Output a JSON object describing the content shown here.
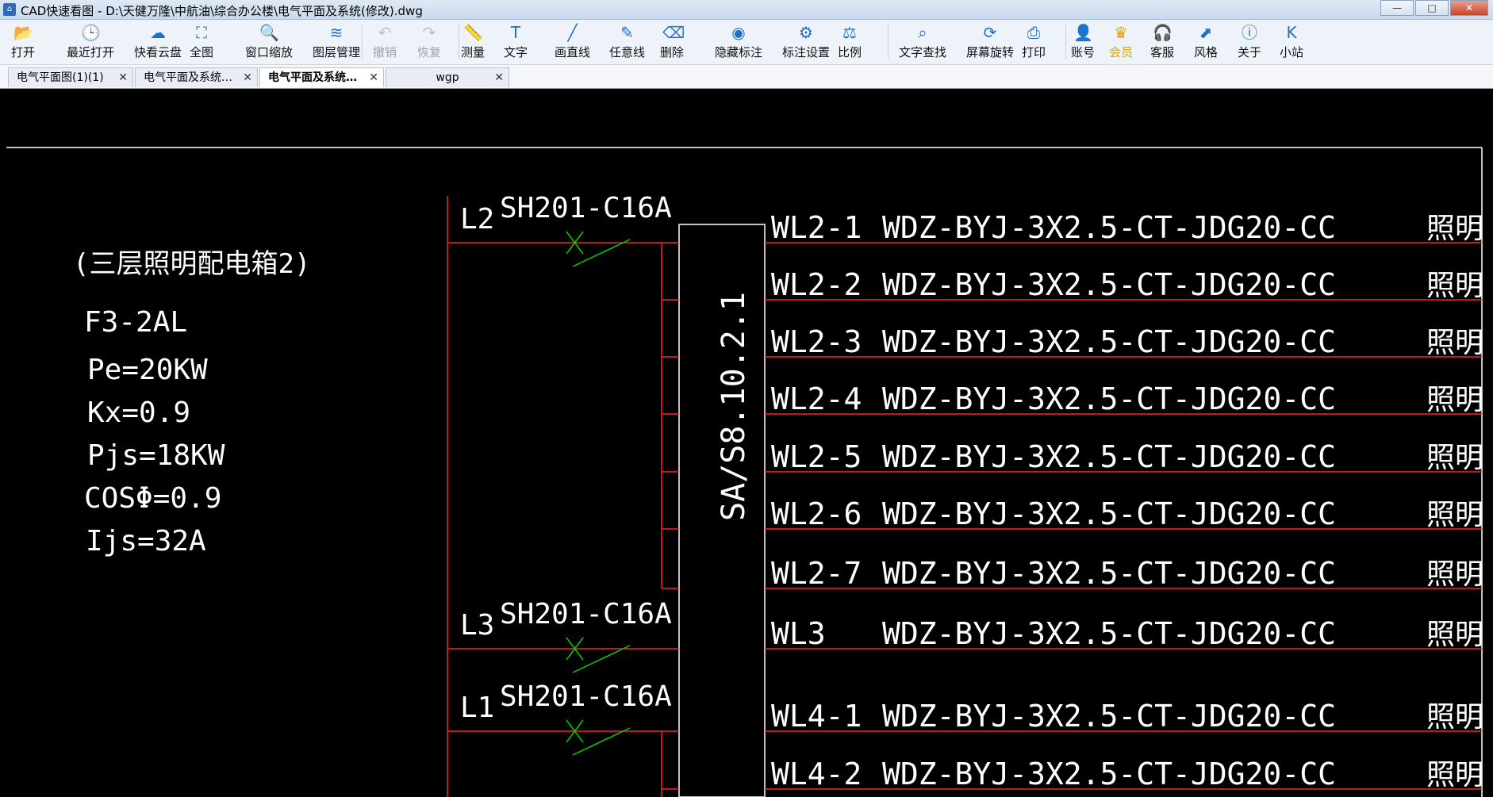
{
  "window": {
    "app_icon": "cad-icon",
    "title": "CAD快速看图 - D:\\天健万隆\\中航油\\综合办公楼\\电气平面及系统(修改).dwg",
    "minimize": "—",
    "maximize": "□",
    "close": "✕"
  },
  "toolbar": [
    {
      "label": "打开",
      "icon": "folder-open-icon"
    },
    {
      "label": "最近打开",
      "icon": "clock-icon"
    },
    {
      "label": "快看云盘",
      "icon": "cloud-icon"
    },
    {
      "label": "全图",
      "icon": "fit-all-icon"
    },
    {
      "label": "窗口缩放",
      "icon": "zoom-window-icon"
    },
    {
      "label": "图层管理",
      "icon": "layers-icon"
    },
    {
      "label": "撤销",
      "icon": "undo-icon"
    },
    {
      "label": "恢复",
      "icon": "redo-icon"
    },
    {
      "label": "测量",
      "icon": "measure-icon"
    },
    {
      "label": "文字",
      "icon": "text-icon"
    },
    {
      "label": "画直线",
      "icon": "line-icon"
    },
    {
      "label": "任意线",
      "icon": "pen-icon"
    },
    {
      "label": "删除",
      "icon": "eraser-icon"
    },
    {
      "label": "隐藏标注",
      "icon": "eye-hide-icon"
    },
    {
      "label": "标注设置",
      "icon": "annotation-settings-icon"
    },
    {
      "label": "比例",
      "icon": "scale-icon"
    },
    {
      "label": "文字查找",
      "icon": "text-search-icon"
    },
    {
      "label": "屏幕旋转",
      "icon": "rotate-screen-icon"
    },
    {
      "label": "打印",
      "icon": "printer-icon"
    },
    {
      "label": "账号",
      "icon": "user-icon"
    },
    {
      "label": "会员",
      "icon": "vip-icon"
    },
    {
      "label": "客服",
      "icon": "headset-icon"
    },
    {
      "label": "风格",
      "icon": "style-icon"
    },
    {
      "label": "关于",
      "icon": "info-icon"
    },
    {
      "label": "小站",
      "icon": "station-k-icon"
    }
  ],
  "tabs": [
    {
      "label": "电气平面图(1)(1)",
      "close": "✕"
    },
    {
      "label": "电气平面及系统…",
      "close": "✕"
    },
    {
      "label": "电气平面及系统…",
      "close": "✕"
    },
    {
      "label": "wgp",
      "close": "✕"
    }
  ],
  "drawing": {
    "panel_name": "(三层照明配电箱2)",
    "panel_code": "F3-2AL",
    "pe": "Pe=20KW",
    "kx": "Kx=0.9",
    "pjs": "Pjs=18KW",
    "cos": "COSΦ=0.9",
    "ijs": "Ijs=32A",
    "spd_label": "SA/S8.10.2.1",
    "breakers": [
      {
        "phase": "L2",
        "model": "SH201-C16A"
      },
      {
        "phase": "L3",
        "model": "SH201-C16A"
      },
      {
        "phase": "L1",
        "model": "SH201-C16A"
      }
    ],
    "circuits": [
      {
        "id": "WL2-1",
        "cable": "WDZ-BYJ-3X2.5-CT-JDG20-CC",
        "use": "照明"
      },
      {
        "id": "WL2-2",
        "cable": "WDZ-BYJ-3X2.5-CT-JDG20-CC",
        "use": "照明"
      },
      {
        "id": "WL2-3",
        "cable": "WDZ-BYJ-3X2.5-CT-JDG20-CC",
        "use": "照明"
      },
      {
        "id": "WL2-4",
        "cable": "WDZ-BYJ-3X2.5-CT-JDG20-CC",
        "use": "照明"
      },
      {
        "id": "WL2-5",
        "cable": "WDZ-BYJ-3X2.5-CT-JDG20-CC",
        "use": "照明"
      },
      {
        "id": "WL2-6",
        "cable": "WDZ-BYJ-3X2.5-CT-JDG20-CC",
        "use": "照明"
      },
      {
        "id": "WL2-7",
        "cable": "WDZ-BYJ-3X2.5-CT-JDG20-CC",
        "use": "照明"
      },
      {
        "id": "WL3",
        "cable": "WDZ-BYJ-3X2.5-CT-JDG20-CC",
        "use": "照明"
      },
      {
        "id": "WL4-1",
        "cable": "WDZ-BYJ-3X2.5-CT-JDG20-CC",
        "use": "照明"
      },
      {
        "id": "WL4-2",
        "cable": "WDZ-BYJ-3X2.5-CT-JDG20-CC",
        "use": "照明"
      }
    ],
    "colors": {
      "wire": "#ff2020",
      "switch": "#00d000",
      "text": "#ffffff",
      "frame": "#ffffff"
    }
  }
}
